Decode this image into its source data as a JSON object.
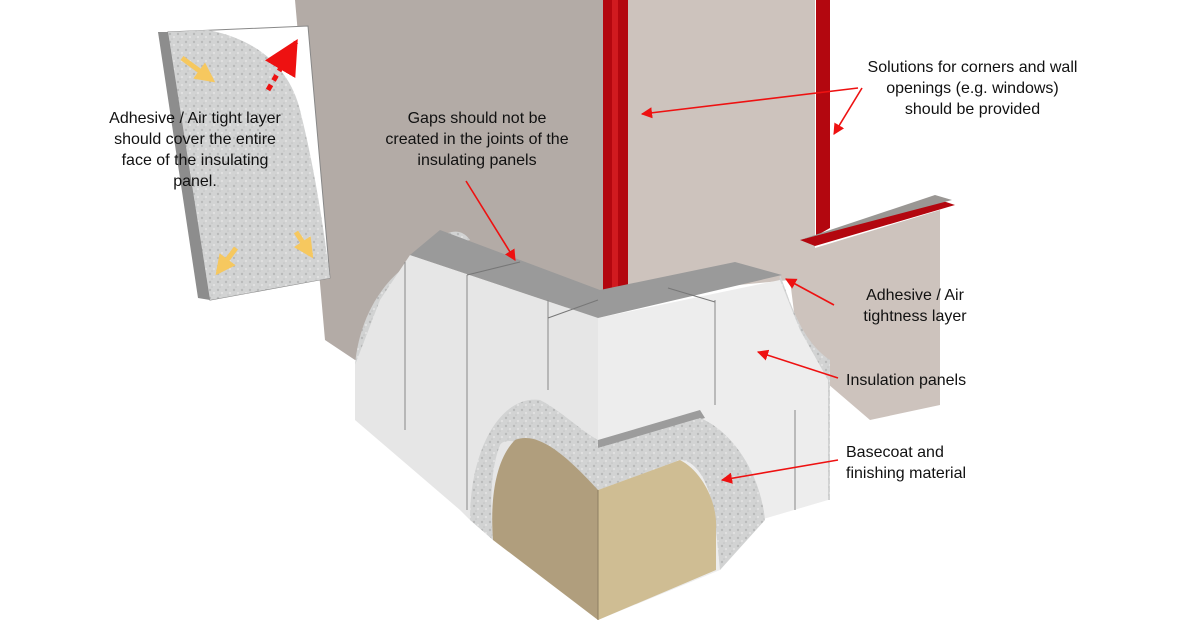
{
  "labels": {
    "adhesive_cover": "Adhesive / Air tight layer\nshould cover the entire\nface of the insulating\npanel.",
    "gaps": "Gaps should not be\ncreated in the joints of the\ninsulating panels",
    "corners": "Solutions for corners and wall\nopenings (e.g. windows)\nshould be provided",
    "adhesive_layer": "Adhesive / Air\ntightness layer",
    "insulation": "Insulation panels",
    "basecoat": "Basecoat and\nfinishing material"
  },
  "colors": {
    "wall_face": "#b3aba6",
    "wall_side": "#cdc3bd",
    "red_trim": "#b3070f",
    "arrow_red": "#e11",
    "arrow_yellow": "#f6c85f",
    "panel_light": "#e6e6e6",
    "panel_top": "#9a9a9a",
    "adhesive": "#cfd0d0",
    "basecoat_front": "#b09e7d",
    "basecoat_side": "#cfbd93"
  }
}
